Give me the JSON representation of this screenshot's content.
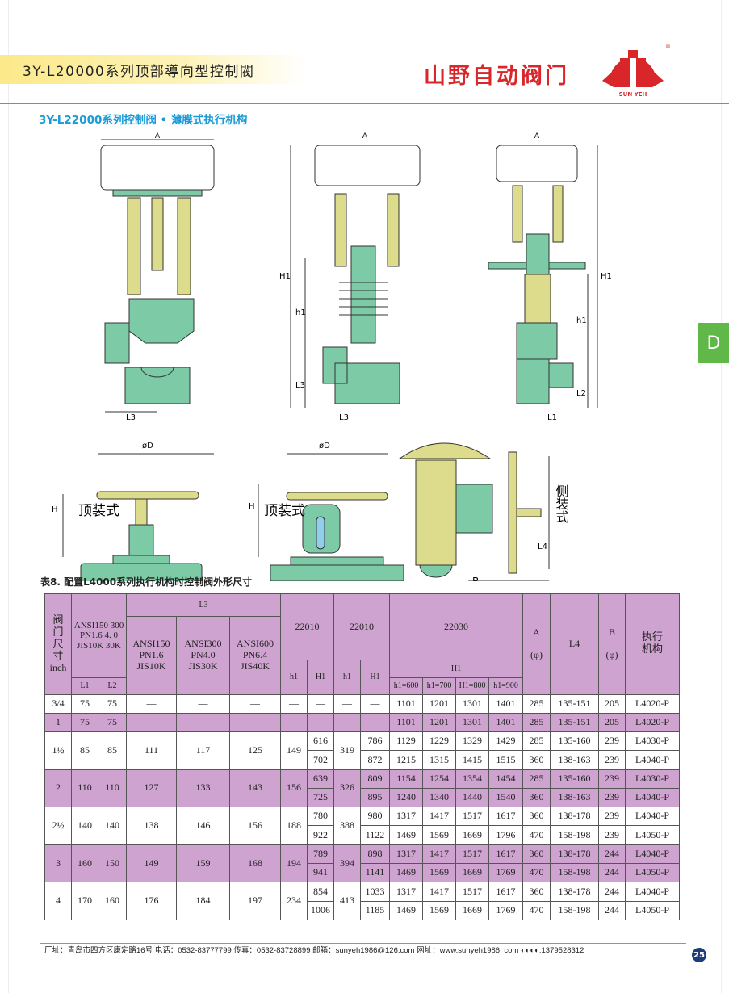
{
  "header": {
    "title": "3Y-L20000系列顶部導向型控制閥",
    "brand": "山野自动阀门",
    "logo_text": "SUN YEH",
    "registered": "®"
  },
  "subtitle": "3Y-L22000系列控制阀 • 薄膜式执行机构",
  "side_tab": "D",
  "drawings": {
    "A": "A",
    "H1": "H1",
    "h1": "h1",
    "L3": "L3",
    "L1": "L1",
    "L2": "L2",
    "D": "øD",
    "H": "H",
    "top_mount": "顶装式",
    "side_mount": "侧装式",
    "L4": "L4",
    "B": "B"
  },
  "colors": {
    "accent": "#1a9ad6",
    "brand": "#d8262b",
    "row_highlight": "#cfa3d0",
    "valve_green": "#7ccaa6",
    "valve_yellow": "#dcdc8c"
  },
  "table": {
    "caption": "表8. 配置L4000系列执行机构时控制阀外形尺寸",
    "headers": {
      "size": "阀门尺寸",
      "size_unit": "inch",
      "l12_std": "ANSI150 300 PN1.6 4. 0 JIS10K 30K",
      "l1": "L1",
      "l2": "L2",
      "l3": "L3",
      "l3_a": "ANSI150 PN1.6 JIS10K",
      "l3_b": "ANSI300 PN4.0 JIS30K",
      "l3_c": "ANSI600 PN6.4 JIS40K",
      "m1": "22010",
      "m2": "22010",
      "m3": "22030",
      "h1": "h1",
      "H1": "H1",
      "H1b": "H1",
      "h600": "h1=600",
      "h700": "h1=700",
      "h800": "H1=800",
      "h900": "h1=900",
      "A": "A",
      "A_unit": "(φ)",
      "L4": "L4",
      "B": "B",
      "B_unit": "(φ)",
      "actuator": "执行机构"
    },
    "single_rows": [
      {
        "size": "3/4",
        "l1": "75",
        "l2": "75",
        "l3": [
          "—",
          "—",
          "—"
        ],
        "a_h1": "—",
        "a_H1": "—",
        "b_h1": "—",
        "b_H1": "—",
        "c": [
          "1101",
          "1201",
          "1301",
          "1401"
        ],
        "A": "285",
        "L4": "135-151",
        "B": "205",
        "act": "L4020-P"
      },
      {
        "size": "1",
        "l1": "75",
        "l2": "75",
        "l3": [
          "—",
          "—",
          "—"
        ],
        "a_h1": "—",
        "a_H1": "—",
        "b_h1": "—",
        "b_H1": "—",
        "c": [
          "1101",
          "1201",
          "1301",
          "1401"
        ],
        "A": "285",
        "L4": "135-151",
        "B": "205",
        "act": "L4020-P"
      }
    ],
    "pair_rows": [
      {
        "size": "1½",
        "l1": "85",
        "l2": "85",
        "l3": [
          "111",
          "117",
          "125"
        ],
        "a_h1": "149",
        "b_h1": "319",
        "sub": [
          {
            "a_H1": "616",
            "b_H1": "786",
            "c": [
              "1129",
              "1229",
              "1329",
              "1429"
            ],
            "A": "285",
            "L4": "135-160",
            "B": "239",
            "act": "L4030-P"
          },
          {
            "a_H1": "702",
            "b_H1": "872",
            "c": [
              "1215",
              "1315",
              "1415",
              "1515"
            ],
            "A": "360",
            "L4": "138-163",
            "B": "239",
            "act": "L4040-P"
          }
        ]
      },
      {
        "size": "2",
        "l1": "110",
        "l2": "110",
        "l3": [
          "127",
          "133",
          "143"
        ],
        "a_h1": "156",
        "b_h1": "326",
        "sub": [
          {
            "a_H1": "639",
            "b_H1": "809",
            "c": [
              "1154",
              "1254",
              "1354",
              "1454"
            ],
            "A": "285",
            "L4": "135-160",
            "B": "239",
            "act": "L4030-P"
          },
          {
            "a_H1": "725",
            "b_H1": "895",
            "c": [
              "1240",
              "1340",
              "1440",
              "1540"
            ],
            "A": "360",
            "L4": "138-163",
            "B": "239",
            "act": "L4040-P"
          }
        ]
      },
      {
        "size": "2½",
        "l1": "140",
        "l2": "140",
        "l3": [
          "138",
          "146",
          "156"
        ],
        "a_h1": "188",
        "b_h1": "388",
        "sub": [
          {
            "a_H1": "780",
            "b_H1": "980",
            "c": [
              "1317",
              "1417",
              "1517",
              "1617"
            ],
            "A": "360",
            "L4": "138-178",
            "B": "239",
            "act": "L4040-P"
          },
          {
            "a_H1": "922",
            "b_H1": "1122",
            "c": [
              "1469",
              "1569",
              "1669",
              "1796"
            ],
            "A": "470",
            "L4": "158-198",
            "B": "239",
            "act": "L4050-P"
          }
        ]
      },
      {
        "size": "3",
        "l1": "160",
        "l2": "150",
        "l3": [
          "149",
          "159",
          "168"
        ],
        "a_h1": "194",
        "b_h1": "394",
        "sub": [
          {
            "a_H1": "789",
            "b_H1": "898",
            "c": [
              "1317",
              "1417",
              "1517",
              "1617"
            ],
            "A": "360",
            "L4": "138-178",
            "B": "244",
            "act": "L4040-P"
          },
          {
            "a_H1": "941",
            "b_H1": "1141",
            "c": [
              "1469",
              "1569",
              "1669",
              "1769"
            ],
            "A": "470",
            "L4": "158-198",
            "B": "244",
            "act": "L4050-P"
          }
        ]
      },
      {
        "size": "4",
        "l1": "170",
        "l2": "160",
        "l3": [
          "176",
          "184",
          "197"
        ],
        "a_h1": "234",
        "b_h1": "413",
        "sub": [
          {
            "a_H1": "854",
            "b_H1": "1033",
            "c": [
              "1317",
              "1417",
              "1517",
              "1617"
            ],
            "A": "360",
            "L4": "138-178",
            "B": "244",
            "act": "L4040-P"
          },
          {
            "a_H1": "1006",
            "b_H1": "1185",
            "c": [
              "1469",
              "1569",
              "1669",
              "1769"
            ],
            "A": "470",
            "L4": "158-198",
            "B": "244",
            "act": "L4050-P"
          }
        ]
      }
    ]
  },
  "footer": {
    "text": "厂址：青岛市四方区康定路16号  电话：0532-83777799  传真：0532-83728899  邮箱：sunyeh1986@126.com  网址：www.sunyeh1986. com  ◐◐◐◐:1379528312",
    "page": "25"
  }
}
